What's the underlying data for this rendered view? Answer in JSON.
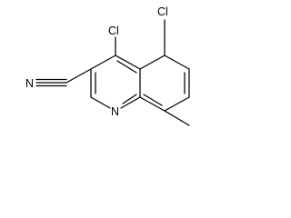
{
  "molecule": {
    "atoms": {
      "cl_5": "Cl",
      "cl_4": "Cl",
      "nitrile_n": "N",
      "ring_n": "N"
    }
  }
}
